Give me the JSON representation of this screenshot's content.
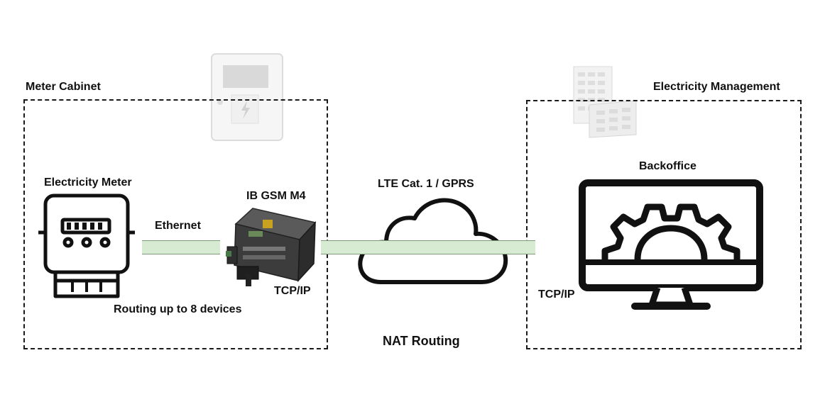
{
  "groups": {
    "meter_cabinet": {
      "title": "Meter Cabinet"
    },
    "electricity_management": {
      "title": "Electricity Management"
    }
  },
  "nodes": {
    "electricity_meter": {
      "label": "Electricity Meter"
    },
    "gateway": {
      "label": "IB GSM M4"
    },
    "backoffice": {
      "label": "Backoffice"
    },
    "cloud": {
      "label": "LTE Cat. 1 / GPRS"
    }
  },
  "links": {
    "ethernet": {
      "label": "Ethernet"
    },
    "gateway_protocol": {
      "label": "TCP/IP"
    },
    "backoffice_protocol": {
      "label": "TCP/IP"
    }
  },
  "annotations": {
    "routing": "Routing up to 8 devices",
    "nat": "NAT Routing"
  },
  "icons": {
    "cabinet": "electrical-cabinet-icon",
    "building": "office-building-icon",
    "meter": "electricity-meter-icon",
    "gateway": "gsm-gateway-device-icon",
    "cloud": "cloud-icon",
    "monitor": "monitor-gear-icon"
  },
  "colors": {
    "link_fill": "#d7ebd3",
    "link_border": "#7f9a7a",
    "outline": "#111111"
  }
}
